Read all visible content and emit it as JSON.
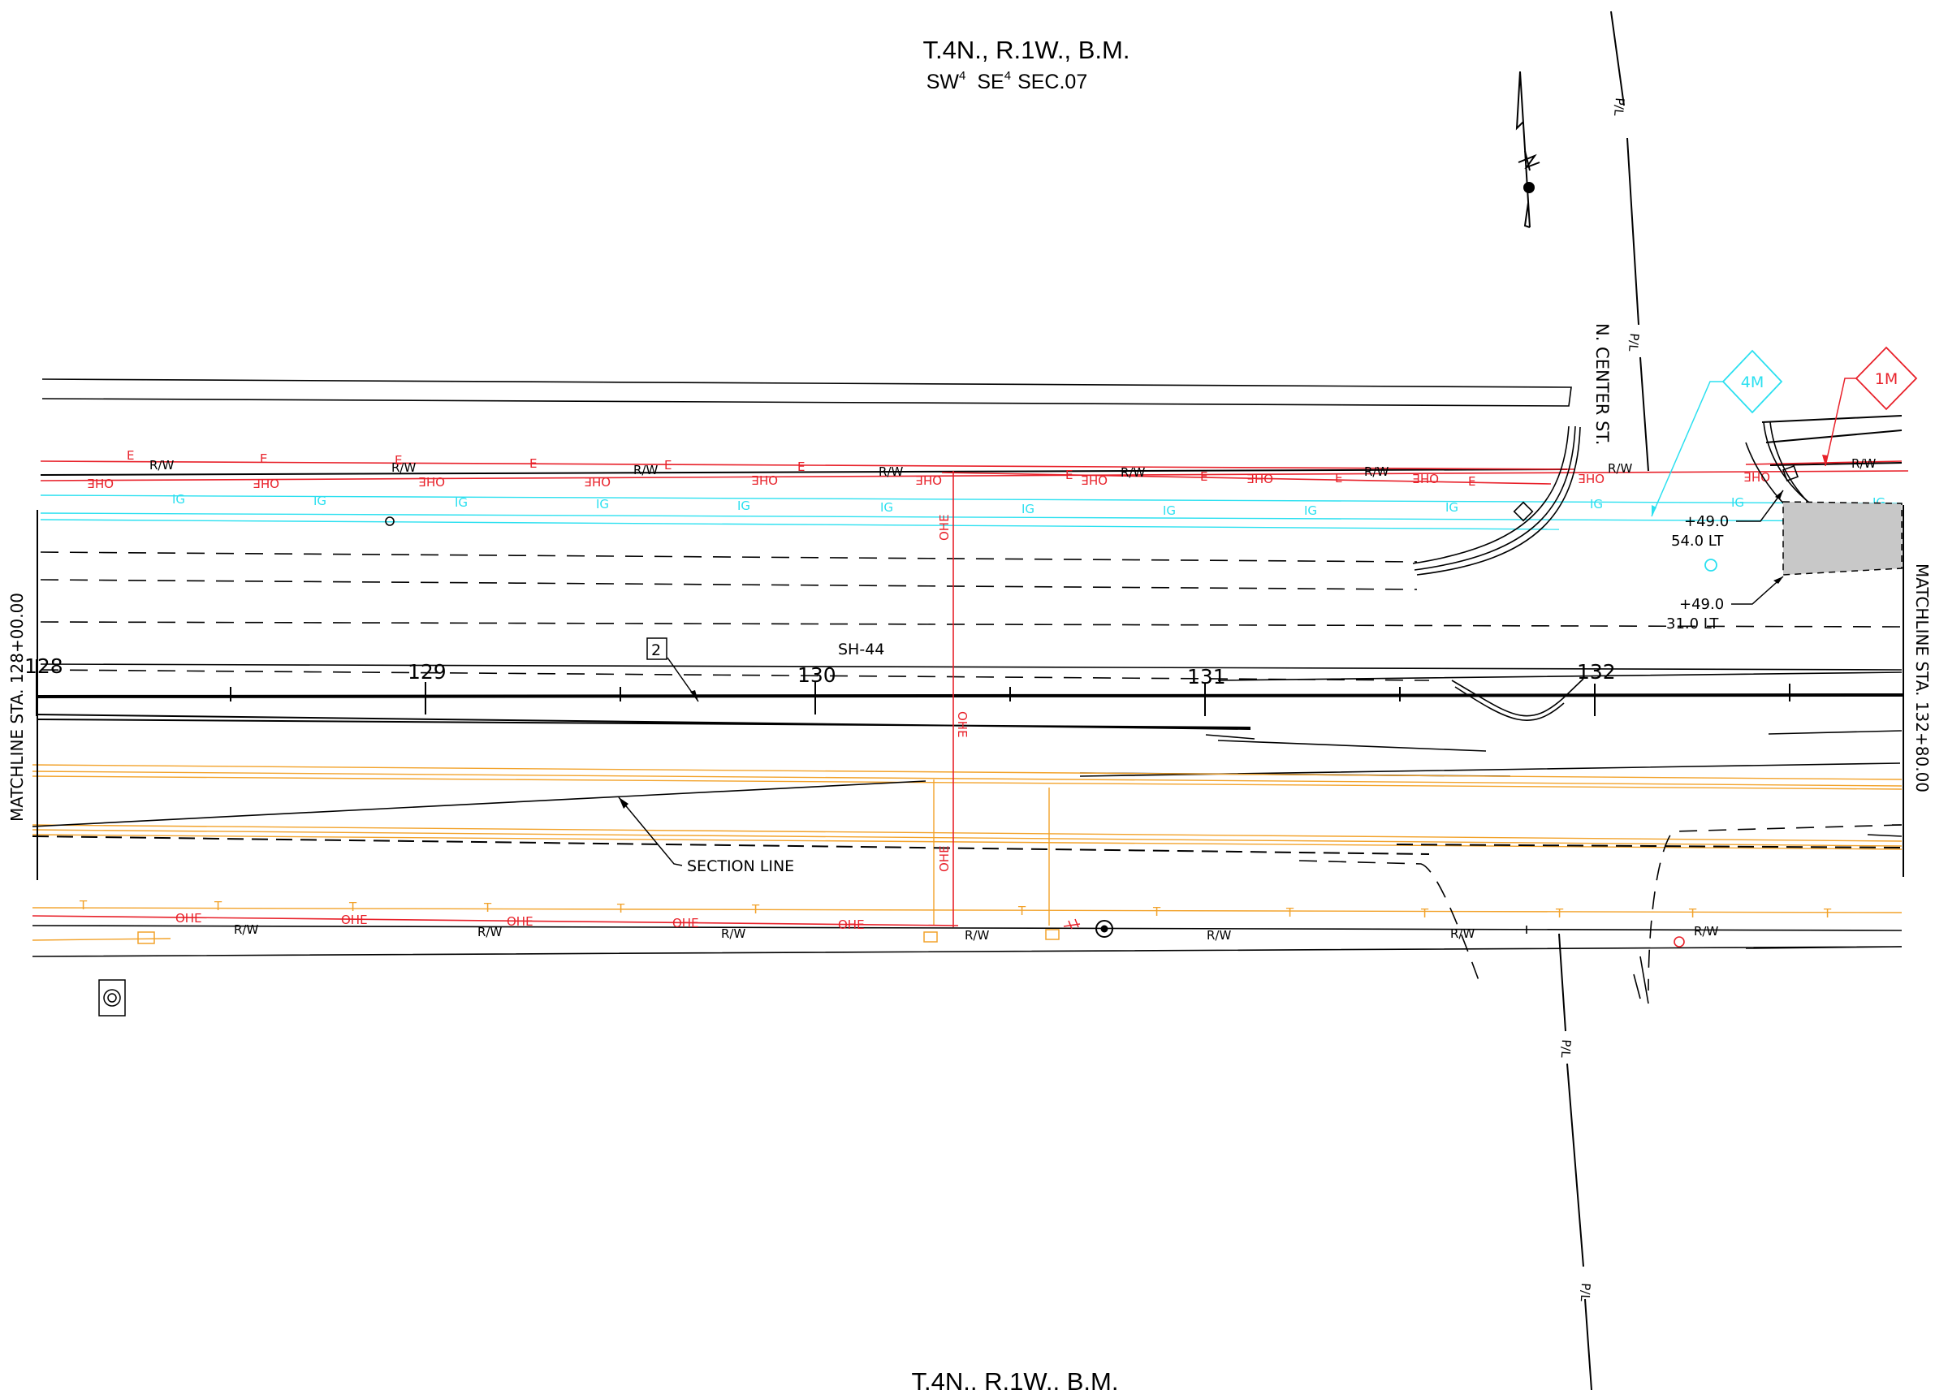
{
  "header": {
    "township": "T.4N., R.1W., B.M.",
    "section_prefix_a": "SW",
    "section_sup_a": "4",
    "section_prefix_b": "SE",
    "section_sup_b": "4",
    "section_suffix": "SEC.07"
  },
  "footer": {
    "township": "T.4N., R.1W., B.M."
  },
  "roads": {
    "highway": "SH-44",
    "cross_street": "N. CENTER ST."
  },
  "matchlines": {
    "left": "MATCHLINE STA. 128+00.00",
    "right": "MATCHLINE STA. 132+80.00"
  },
  "stations": [
    "128",
    "129",
    "130",
    "131",
    "132"
  ],
  "callouts": {
    "note_number": "2",
    "section_line": "SECTION LINE",
    "offset_1_station": "+49.0",
    "offset_1_distance": "54.0  LT",
    "offset_2_station": "+49.0",
    "offset_2_distance": "31.0  LT",
    "marker_cyan": "4M",
    "marker_red": "1M"
  },
  "line_labels": {
    "right_of_way": "R/W",
    "overhead_electric": "OHE",
    "electric": "E",
    "irrigation": "IG",
    "telephone": "T",
    "property_line": "P/L"
  },
  "colors": {
    "electric": "#e8212a",
    "irrigation": "#2be0f0",
    "telephone": "#f2a22a",
    "linework": "#000000",
    "shaded_area": "#c8c8c8"
  }
}
